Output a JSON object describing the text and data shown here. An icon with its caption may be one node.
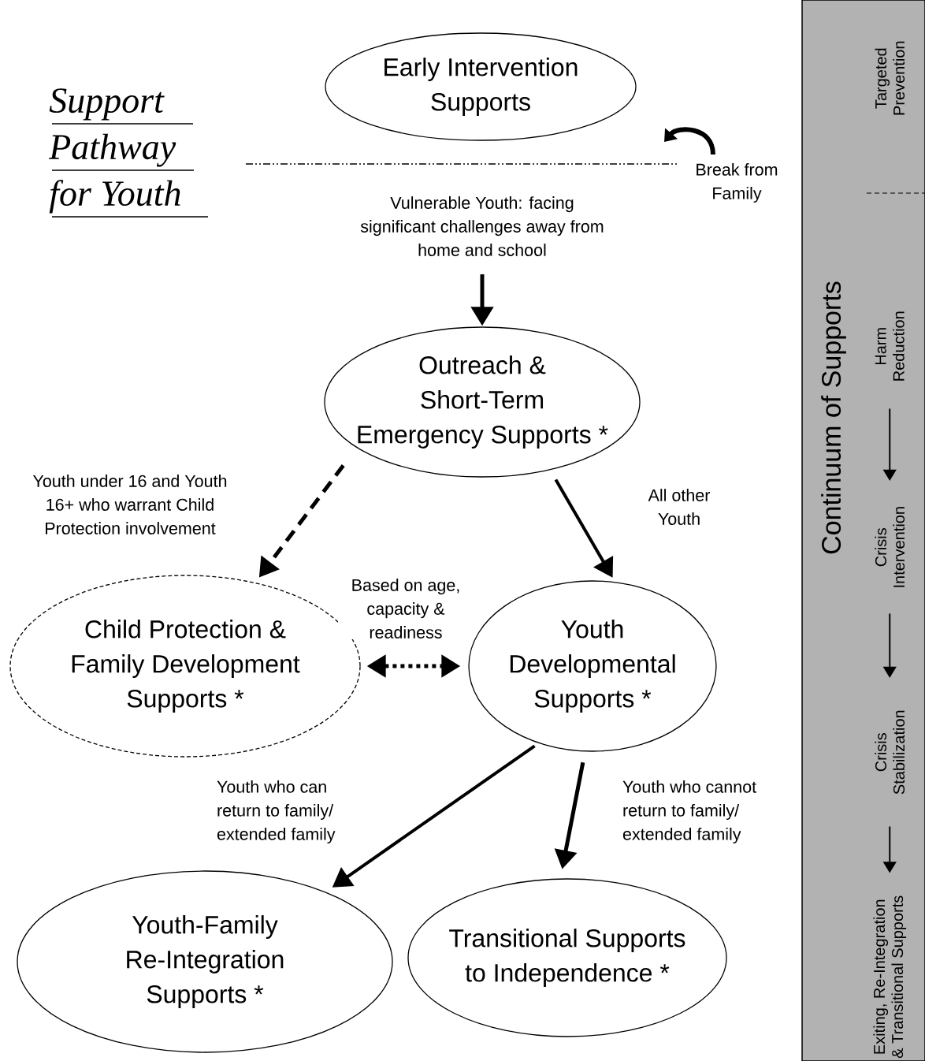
{
  "diagram": {
    "title": "Support Pathway for Youth",
    "nodes": [
      {
        "text": [
          "Early Intervention Supports"
        ]
      },
      {
        "text": [
          "Outreach & Short-Term Emergency Supports *"
        ]
      },
      {
        "text": [
          "Child Protection & Family Development Supports *"
        ]
      },
      {
        "text": [
          "Youth Developmental Supports *"
        ]
      },
      {
        "text": [
          "Youth-Family Re-Integration Supports *"
        ]
      },
      {
        "text": [
          "Transitional Supports to Independence *"
        ]
      },
      {
        "text": [
          "Continuum of Supports"
        ]
      },
      {
        "text": [
          "Targeted Prevention"
        ],
        "in": 6
      },
      {
        "text": [
          "Harm Reduction"
        ],
        "in": 6
      },
      {
        "text": [
          "Crisis Intervention"
        ],
        "in": 6
      },
      {
        "text": [
          "Crisis Stabilization"
        ],
        "in": 6
      },
      {
        "text": [
          "Exiting, Re-Integration & Transitional Supports"
        ],
        "in": 6
      }
    ],
    "edges": [
      {
        "from": null,
        "to": 1,
        "arrow": "to"
      },
      {
        "from": 1,
        "to": 2,
        "arrow": "to",
        "style": "dashed",
        "label": "Youth under 16 and Youth 16+ who warrant Child Protection involvement"
      },
      {
        "from": 1,
        "to": 3,
        "arrow": "to",
        "label": "All other Youth"
      },
      {
        "from": 2,
        "to": 3,
        "arrow": "both",
        "style": "dashed",
        "label": "Based on age, capacity & readiness"
      },
      {
        "from": 3,
        "to": 4,
        "arrow": "to",
        "label": "Youth who can return to family/ extended family"
      },
      {
        "from": 3,
        "to": 5,
        "arrow": "to",
        "label": "Youth who cannot return to family/ extended family"
      },
      {
        "from": 8,
        "to": 9,
        "arrow": "to"
      },
      {
        "from": 9,
        "to": 10,
        "arrow": "to"
      },
      {
        "from": 10,
        "to": 11,
        "arrow": "to"
      }
    ],
    "labels": [
      "Vulnerable Youth: facing significant challenges away from home and school",
      "Break from Family"
    ]
  }
}
